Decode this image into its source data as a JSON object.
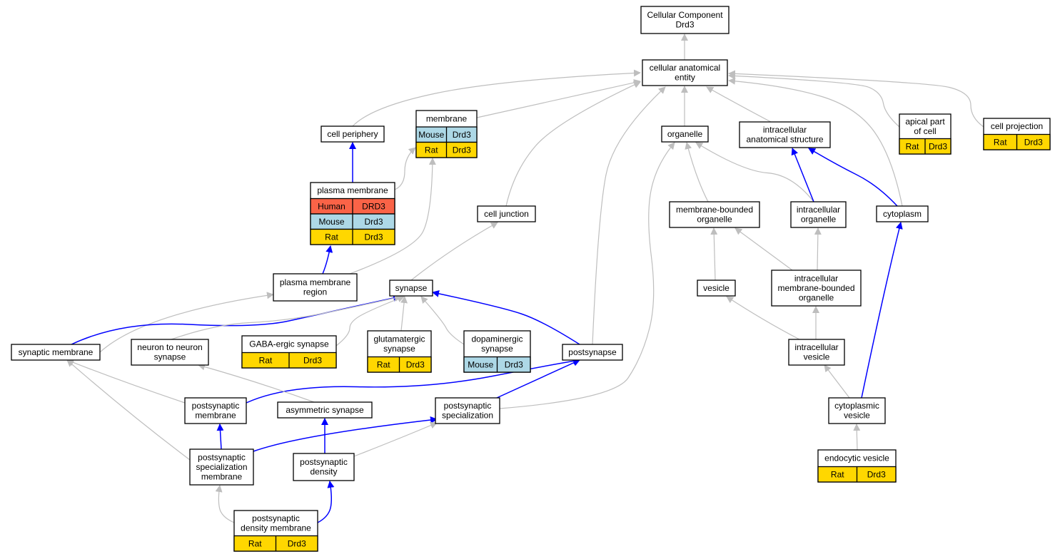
{
  "colors": {
    "human": "#fa6347",
    "mouse": "#add8e6",
    "rat": "#ffd700",
    "edge_gray": "#bebebe",
    "edge_blue": "#0000ff",
    "node_border": "#000000"
  },
  "nodes": {
    "root": {
      "lines": [
        "Cellular Component",
        "Drd3"
      ],
      "cells": []
    },
    "cae": {
      "lines": [
        "cellular anatomical",
        "entity"
      ],
      "cells": []
    },
    "periphery": {
      "lines": [
        "cell periphery"
      ],
      "cells": []
    },
    "membrane": {
      "lines": [
        "membrane"
      ],
      "cells": [
        [
          "Mouse",
          "Drd3",
          "mouse"
        ],
        [
          "Rat",
          "Drd3",
          "rat"
        ]
      ]
    },
    "organelle": {
      "lines": [
        "organelle"
      ],
      "cells": []
    },
    "ias": {
      "lines": [
        "intracellular",
        "anatomical structure"
      ],
      "cells": []
    },
    "apical": {
      "lines": [
        "apical part",
        "of cell"
      ],
      "cells": [
        [
          "Rat",
          "Drd3",
          "rat"
        ]
      ]
    },
    "projection": {
      "lines": [
        "cell projection"
      ],
      "cells": [
        [
          "Rat",
          "Drd3",
          "rat"
        ]
      ]
    },
    "plasma": {
      "lines": [
        "plasma membrane"
      ],
      "cells": [
        [
          "Human",
          "DRD3",
          "human"
        ],
        [
          "Mouse",
          "Drd3",
          "mouse"
        ],
        [
          "Rat",
          "Drd3",
          "rat"
        ]
      ]
    },
    "junction": {
      "lines": [
        "cell junction"
      ],
      "cells": []
    },
    "mbo": {
      "lines": [
        "membrane-bounded",
        "organelle"
      ],
      "cells": []
    },
    "io": {
      "lines": [
        "intracellular",
        "organelle"
      ],
      "cells": []
    },
    "cytoplasm": {
      "lines": [
        "cytoplasm"
      ],
      "cells": []
    },
    "pmr": {
      "lines": [
        "plasma membrane",
        "region"
      ],
      "cells": []
    },
    "synapse": {
      "lines": [
        "synapse"
      ],
      "cells": []
    },
    "vesicle": {
      "lines": [
        "vesicle"
      ],
      "cells": []
    },
    "imbo": {
      "lines": [
        "intracellular",
        "membrane-bounded",
        "organelle"
      ],
      "cells": []
    },
    "synmem": {
      "lines": [
        "synaptic membrane"
      ],
      "cells": []
    },
    "n2n": {
      "lines": [
        "neuron to neuron",
        "synapse"
      ],
      "cells": []
    },
    "gaba": {
      "lines": [
        "GABA-ergic synapse"
      ],
      "cells": [
        [
          "Rat",
          "Drd3",
          "rat"
        ]
      ]
    },
    "glut": {
      "lines": [
        "glutamatergic",
        "synapse"
      ],
      "cells": [
        [
          "Rat",
          "Drd3",
          "rat"
        ]
      ]
    },
    "dopa": {
      "lines": [
        "dopaminergic",
        "synapse"
      ],
      "cells": [
        [
          "Mouse",
          "Drd3",
          "mouse"
        ]
      ]
    },
    "postsyn": {
      "lines": [
        "postsynapse"
      ],
      "cells": []
    },
    "iv": {
      "lines": [
        "intracellular",
        "vesicle"
      ],
      "cells": []
    },
    "psm": {
      "lines": [
        "postsynaptic",
        "membrane"
      ],
      "cells": []
    },
    "asym": {
      "lines": [
        "asymmetric synapse"
      ],
      "cells": []
    },
    "pss": {
      "lines": [
        "postsynaptic",
        "specialization"
      ],
      "cells": []
    },
    "cv": {
      "lines": [
        "cytoplasmic",
        "vesicle"
      ],
      "cells": []
    },
    "pssm": {
      "lines": [
        "postsynaptic",
        "specialization",
        "membrane"
      ],
      "cells": []
    },
    "psd": {
      "lines": [
        "postsynaptic",
        "density"
      ],
      "cells": []
    },
    "endo": {
      "lines": [
        "endocytic vesicle"
      ],
      "cells": [
        [
          "Rat",
          "Drd3",
          "rat"
        ]
      ]
    },
    "psdm": {
      "lines": [
        "postsynaptic",
        "density membrane"
      ],
      "cells": [
        [
          "Rat",
          "Drd3",
          "rat"
        ]
      ]
    }
  },
  "edges": [
    {
      "from": "cae",
      "to": "root",
      "color": "gray"
    },
    {
      "from": "periphery",
      "to": "cae",
      "color": "gray"
    },
    {
      "from": "membrane",
      "to": "cae",
      "color": "gray"
    },
    {
      "from": "organelle",
      "to": "cae",
      "color": "gray"
    },
    {
      "from": "ias",
      "to": "cae",
      "color": "gray"
    },
    {
      "from": "apical",
      "to": "cae",
      "color": "gray"
    },
    {
      "from": "projection",
      "to": "cae",
      "color": "gray"
    },
    {
      "from": "junction",
      "to": "cae",
      "color": "gray"
    },
    {
      "from": "cytoplasm",
      "to": "cae",
      "color": "gray"
    },
    {
      "from": "postsyn",
      "to": "cae",
      "color": "gray"
    },
    {
      "from": "plasma",
      "to": "periphery",
      "color": "blue"
    },
    {
      "from": "plasma",
      "to": "membrane",
      "color": "gray"
    },
    {
      "from": "pmr",
      "to": "plasma",
      "color": "blue"
    },
    {
      "from": "pmr",
      "to": "membrane",
      "color": "gray"
    },
    {
      "from": "mbo",
      "to": "organelle",
      "color": "gray"
    },
    {
      "from": "io",
      "to": "organelle",
      "color": "gray"
    },
    {
      "from": "io",
      "to": "ias",
      "color": "blue"
    },
    {
      "from": "cytoplasm",
      "to": "ias",
      "color": "blue"
    },
    {
      "from": "pss",
      "to": "organelle",
      "color": "gray"
    },
    {
      "from": "synapse",
      "to": "junction",
      "color": "gray"
    },
    {
      "from": "vesicle",
      "to": "mbo",
      "color": "gray"
    },
    {
      "from": "imbo",
      "to": "mbo",
      "color": "gray"
    },
    {
      "from": "imbo",
      "to": "io",
      "color": "gray"
    },
    {
      "from": "synmem",
      "to": "pmr",
      "color": "gray"
    },
    {
      "from": "synmem",
      "to": "synapse",
      "color": "blue"
    },
    {
      "from": "n2n",
      "to": "synapse",
      "color": "gray"
    },
    {
      "from": "gaba",
      "to": "synapse",
      "color": "gray"
    },
    {
      "from": "glut",
      "to": "synapse",
      "color": "gray"
    },
    {
      "from": "dopa",
      "to": "synapse",
      "color": "gray"
    },
    {
      "from": "postsyn",
      "to": "synapse",
      "color": "blue"
    },
    {
      "from": "iv",
      "to": "vesicle",
      "color": "gray"
    },
    {
      "from": "iv",
      "to": "imbo",
      "color": "gray"
    },
    {
      "from": "cv",
      "to": "iv",
      "color": "gray"
    },
    {
      "from": "cv",
      "to": "cytoplasm",
      "color": "blue"
    },
    {
      "from": "psm",
      "to": "synmem",
      "color": "gray"
    },
    {
      "from": "psm",
      "to": "postsyn",
      "color": "blue"
    },
    {
      "from": "asym",
      "to": "n2n",
      "color": "gray"
    },
    {
      "from": "pss",
      "to": "postsyn",
      "color": "blue"
    },
    {
      "from": "pssm",
      "to": "psm",
      "color": "blue"
    },
    {
      "from": "pssm",
      "to": "synmem",
      "color": "gray"
    },
    {
      "from": "pssm",
      "to": "pss",
      "color": "blue"
    },
    {
      "from": "psd",
      "to": "asym",
      "color": "blue"
    },
    {
      "from": "psd",
      "to": "pss",
      "color": "gray"
    },
    {
      "from": "endo",
      "to": "cv",
      "color": "gray"
    },
    {
      "from": "psdm",
      "to": "pssm",
      "color": "gray"
    },
    {
      "from": "psdm",
      "to": "psd",
      "color": "blue"
    }
  ]
}
